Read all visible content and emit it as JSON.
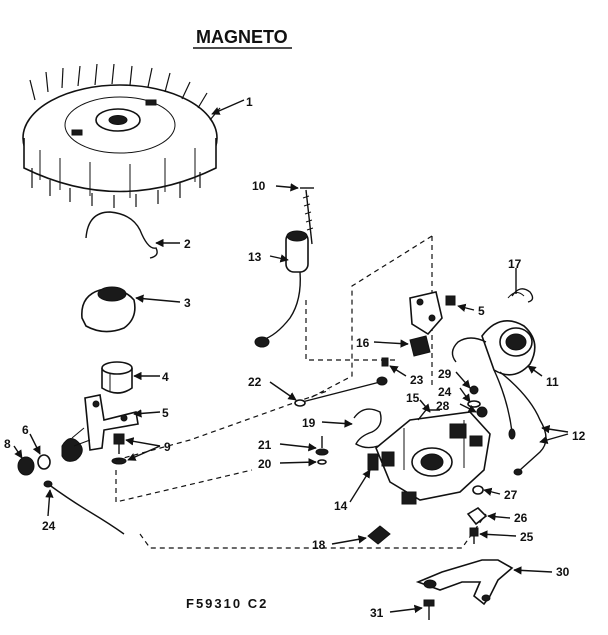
{
  "title": "MAGNETO",
  "figure_code": "F59310 C2",
  "callouts": [
    "1",
    "2",
    "3",
    "4",
    "5",
    "5",
    "6",
    "8",
    "9",
    "10",
    "11",
    "12",
    "13",
    "14",
    "15",
    "16",
    "17",
    "18",
    "19",
    "20",
    "21",
    "22",
    "23",
    "24",
    "24",
    "25",
    "26",
    "27",
    "28",
    "29",
    "30",
    "31"
  ]
}
